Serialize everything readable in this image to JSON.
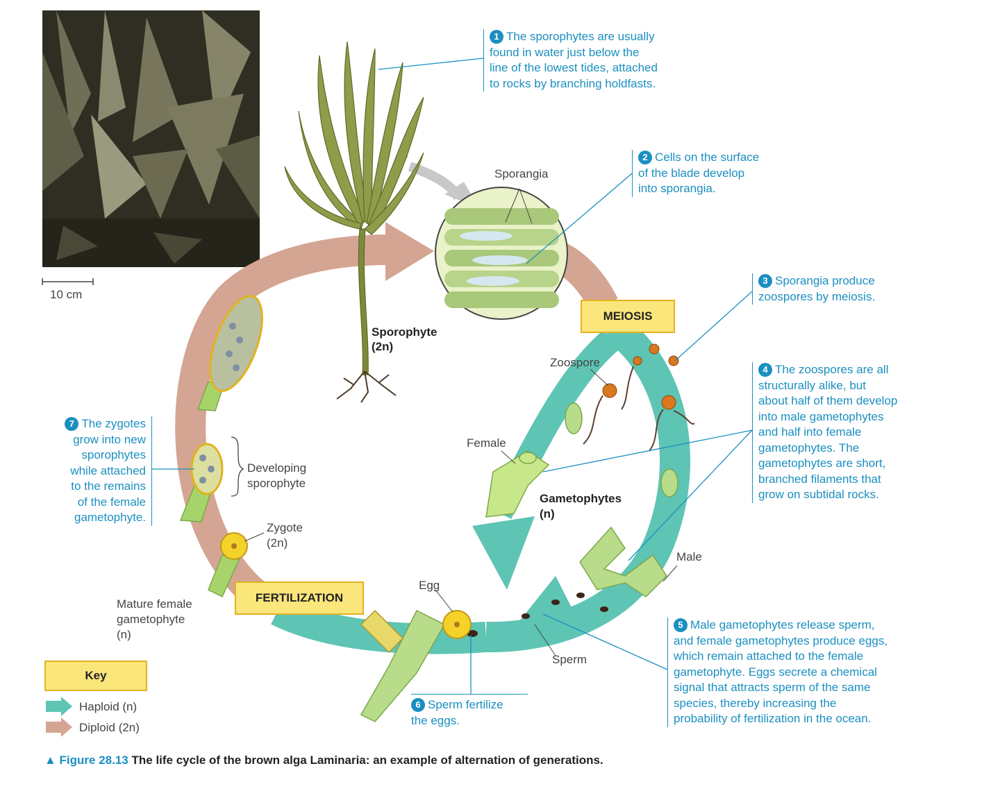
{
  "scale_bar": "10 cm",
  "labels": {
    "sporangia": "Sporangia",
    "zoospore": "Zoospore",
    "female": "Female",
    "male": "Male",
    "developing_sporophyte": [
      "Developing",
      "sporophyte"
    ],
    "zygote": [
      "Zygote",
      "(2n)"
    ],
    "mature_female": [
      "Mature female",
      "gametophyte",
      "(n)"
    ],
    "egg": "Egg",
    "sperm": "Sperm"
  },
  "stage_labels": {
    "sporophyte": [
      "Sporophyte",
      "(2n)"
    ],
    "gametophytes": [
      "Gametophytes",
      "(n)"
    ]
  },
  "process_boxes": {
    "meiosis": "MEIOSIS",
    "fertilization": "FERTILIZATION"
  },
  "steps": [
    {
      "num": "1",
      "lines": [
        "The sporophytes are usually",
        "found in water just below the",
        "line of the lowest tides, attached",
        "to rocks by branching holdfasts."
      ]
    },
    {
      "num": "2",
      "lines": [
        "Cells on the surface",
        "of the blade develop",
        "into sporangia."
      ]
    },
    {
      "num": "3",
      "lines": [
        "Sporangia produce",
        "zoospores by meiosis."
      ]
    },
    {
      "num": "4",
      "lines": [
        "The zoospores are all",
        "structurally alike, but",
        "about half of them develop",
        "into male gametophytes",
        "and half into female",
        "gametophytes. The",
        "gametophytes are short,",
        "branched filaments that",
        "grow on subtidal rocks."
      ]
    },
    {
      "num": "5",
      "lines": [
        "Male gametophytes release sperm,",
        "and female gametophytes produce eggs,",
        "which remain attached to the female",
        "gametophyte. Eggs secrete a chemical",
        "signal that attracts sperm of the same",
        "species, thereby increasing the",
        "probability of fertilization in the ocean."
      ]
    },
    {
      "num": "6",
      "lines": [
        "Sperm fertilize",
        "the eggs."
      ]
    },
    {
      "num": "7",
      "lines": [
        "The zygotes",
        "grow into new",
        "sporophytes",
        "while attached",
        "to the remains",
        "of the female",
        "gametophyte."
      ]
    }
  ],
  "key": {
    "title": "Key",
    "items": [
      {
        "label": "Haploid (n)",
        "color": "#5ec4b4"
      },
      {
        "label": "Diploid (2n)",
        "color": "#d4a592"
      }
    ]
  },
  "caption": {
    "figure": "▲ Figure 28.13",
    "text": "The life cycle of the brown alga Laminaria: an example of alternation of generations."
  },
  "colors": {
    "haploid": "#5ec4b4",
    "diploid": "#d4a592",
    "accent": "#1b8fc0",
    "box_fill": "#fbe67c"
  }
}
